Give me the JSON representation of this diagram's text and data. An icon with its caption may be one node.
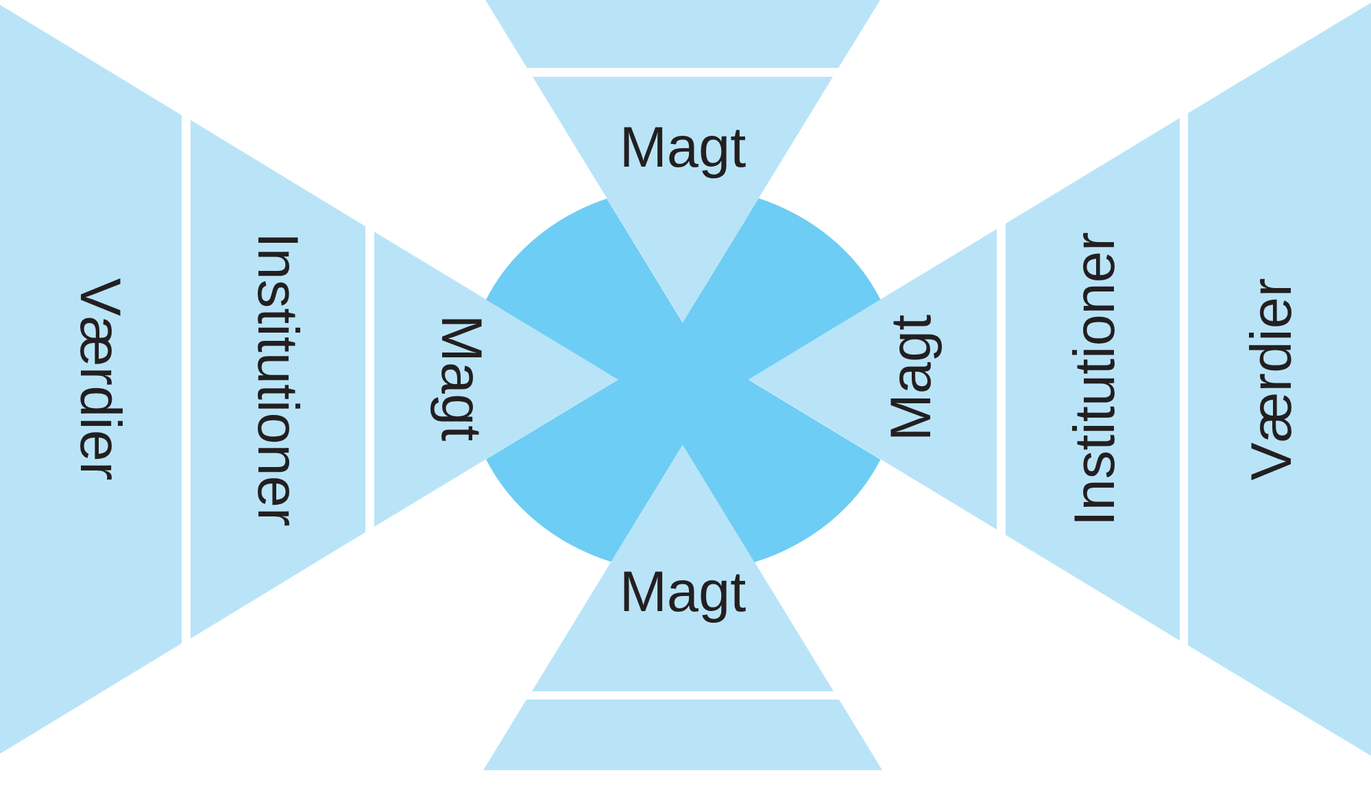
{
  "diagram": {
    "nodes": [
      {
        "text": [],
        "shape": "trapezoid"
      },
      {
        "text": [
          "Magt"
        ]
      },
      {
        "text": [
          "Værdier"
        ]
      },
      {
        "text": [
          "Institutioner"
        ]
      },
      {
        "text": [
          "Magt"
        ]
      },
      {
        "text": [],
        "shape": "circle"
      },
      {
        "text": [
          "Magt"
        ]
      },
      {
        "text": [
          "Institutioner"
        ]
      },
      {
        "text": [
          "Værdier"
        ]
      },
      {
        "text": [
          "Magt"
        ]
      },
      {
        "text": [],
        "shape": "trapezoid"
      }
    ]
  }
}
